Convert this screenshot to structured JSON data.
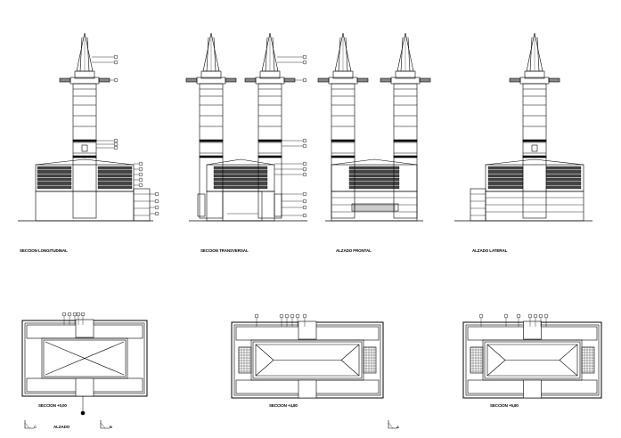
{
  "drawing": {
    "elevations": [
      {
        "id": "seccion-longitudinal",
        "label": "SECCION LONGITUDINAL"
      },
      {
        "id": "seccion-transversal",
        "label": "SECCION TRANSVERSAL"
      },
      {
        "id": "alzado-frontal",
        "label": "ALZADO FRONTAL"
      },
      {
        "id": "alzado-lateral",
        "label": "ALZADO LATERAL"
      }
    ],
    "plans": [
      {
        "id": "plan-1",
        "label": "SECCION +0,00"
      },
      {
        "id": "plan-2",
        "label": "SECCION +4,80"
      },
      {
        "id": "plan-3",
        "label": "SECCION +5,80"
      }
    ],
    "view_markers": [
      {
        "id": "c",
        "letter": "C"
      },
      {
        "id": "b",
        "letter": "B"
      },
      {
        "id": "a",
        "letter": "A"
      }
    ],
    "alzado_label": "ALZADO",
    "colors": {
      "line": "#000000",
      "hatch": "#555555",
      "background": "#ffffff"
    }
  }
}
